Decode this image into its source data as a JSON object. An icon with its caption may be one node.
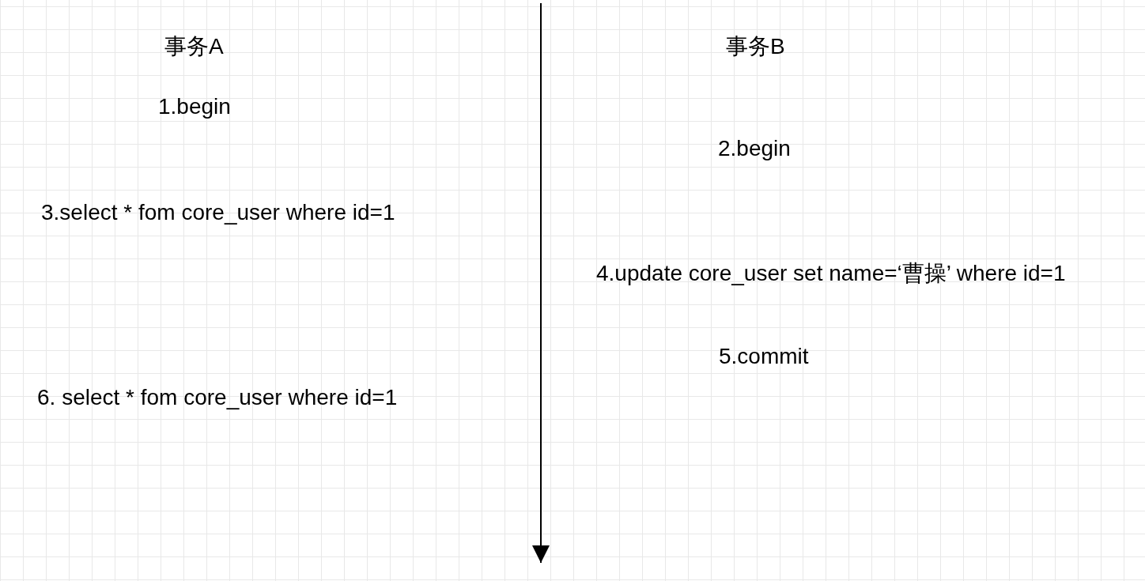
{
  "diagram": {
    "labels": [
      "事务A",
      "事务B",
      "1.begin",
      "2.begin",
      "3.select * fom core_user where id=1",
      "4.update core_user set name=‘曹操’ where id=1",
      "5.commit",
      "6. select * fom core_user where id=1"
    ]
  }
}
